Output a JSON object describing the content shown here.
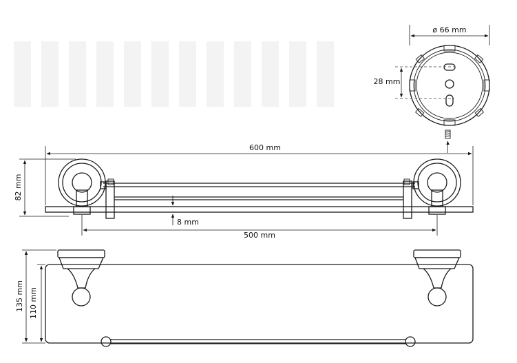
{
  "dimensions": {
    "diameter": "ø 66 mm",
    "hole_spacing": "28 mm",
    "overall_length": "600 mm",
    "height_front": "82 mm",
    "rail_gap": "8 mm",
    "mount_spacing": "500 mm",
    "depth_total": "135 mm",
    "depth_glass": "110 mm"
  }
}
